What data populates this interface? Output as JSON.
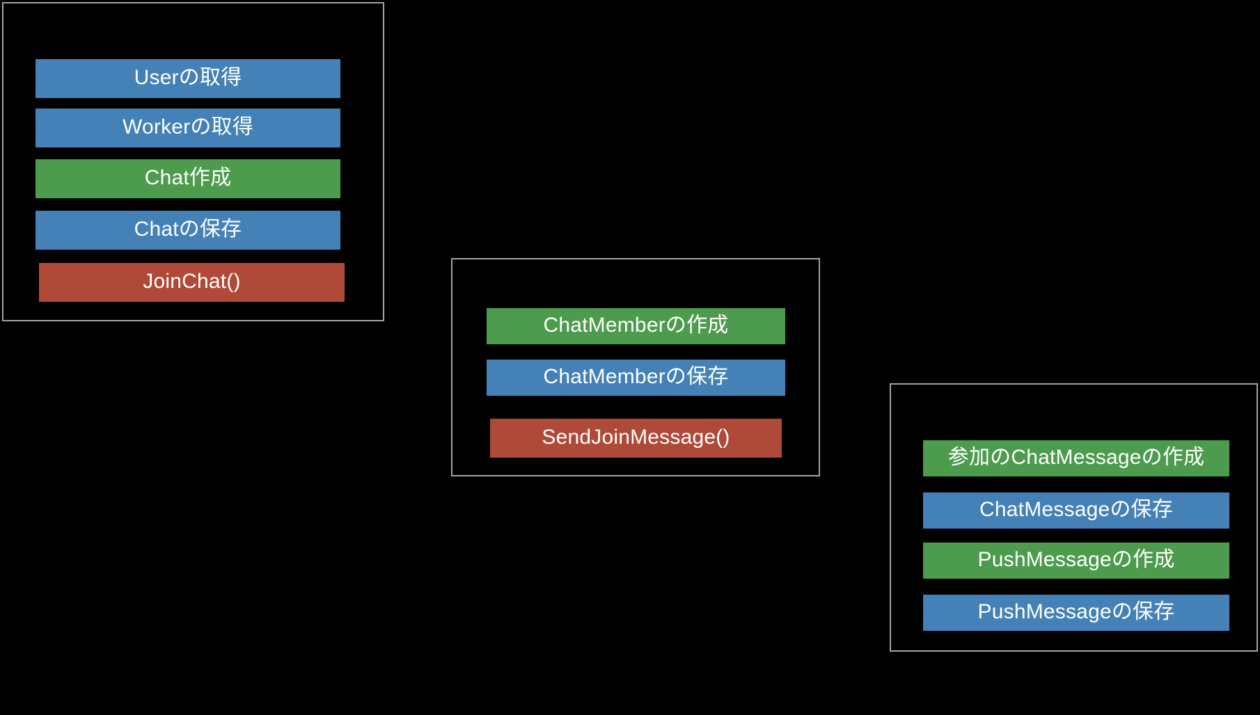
{
  "diagram": {
    "title": "Chat join sequence step diagram",
    "background_color": "#000000",
    "group_border_color": "#a2a2a8",
    "palette": {
      "blue": "#4381b6",
      "green": "#4d9b4d",
      "red": "#ae4a37",
      "text": "#ffffff"
    },
    "groups": [
      {
        "name": "chat-creation-group",
        "steps": [
          {
            "label": "Userの取得",
            "color": "blue"
          },
          {
            "label": "Workerの取得",
            "color": "blue"
          },
          {
            "label": "Chat作成",
            "color": "green"
          },
          {
            "label": "Chatの保存",
            "color": "blue"
          },
          {
            "label": "JoinChat()",
            "color": "red"
          }
        ]
      },
      {
        "name": "chat-member-group",
        "steps": [
          {
            "label": "ChatMemberの作成",
            "color": "green"
          },
          {
            "label": "ChatMemberの保存",
            "color": "blue"
          },
          {
            "label": "SendJoinMessage()",
            "color": "red"
          }
        ]
      },
      {
        "name": "message-push-group",
        "steps": [
          {
            "label": "参加のChatMessageの作成",
            "color": "green"
          },
          {
            "label": "ChatMessageの保存",
            "color": "blue"
          },
          {
            "label": "PushMessageの作成",
            "color": "green"
          },
          {
            "label": "PushMessageの保存",
            "color": "blue"
          }
        ]
      }
    ]
  }
}
